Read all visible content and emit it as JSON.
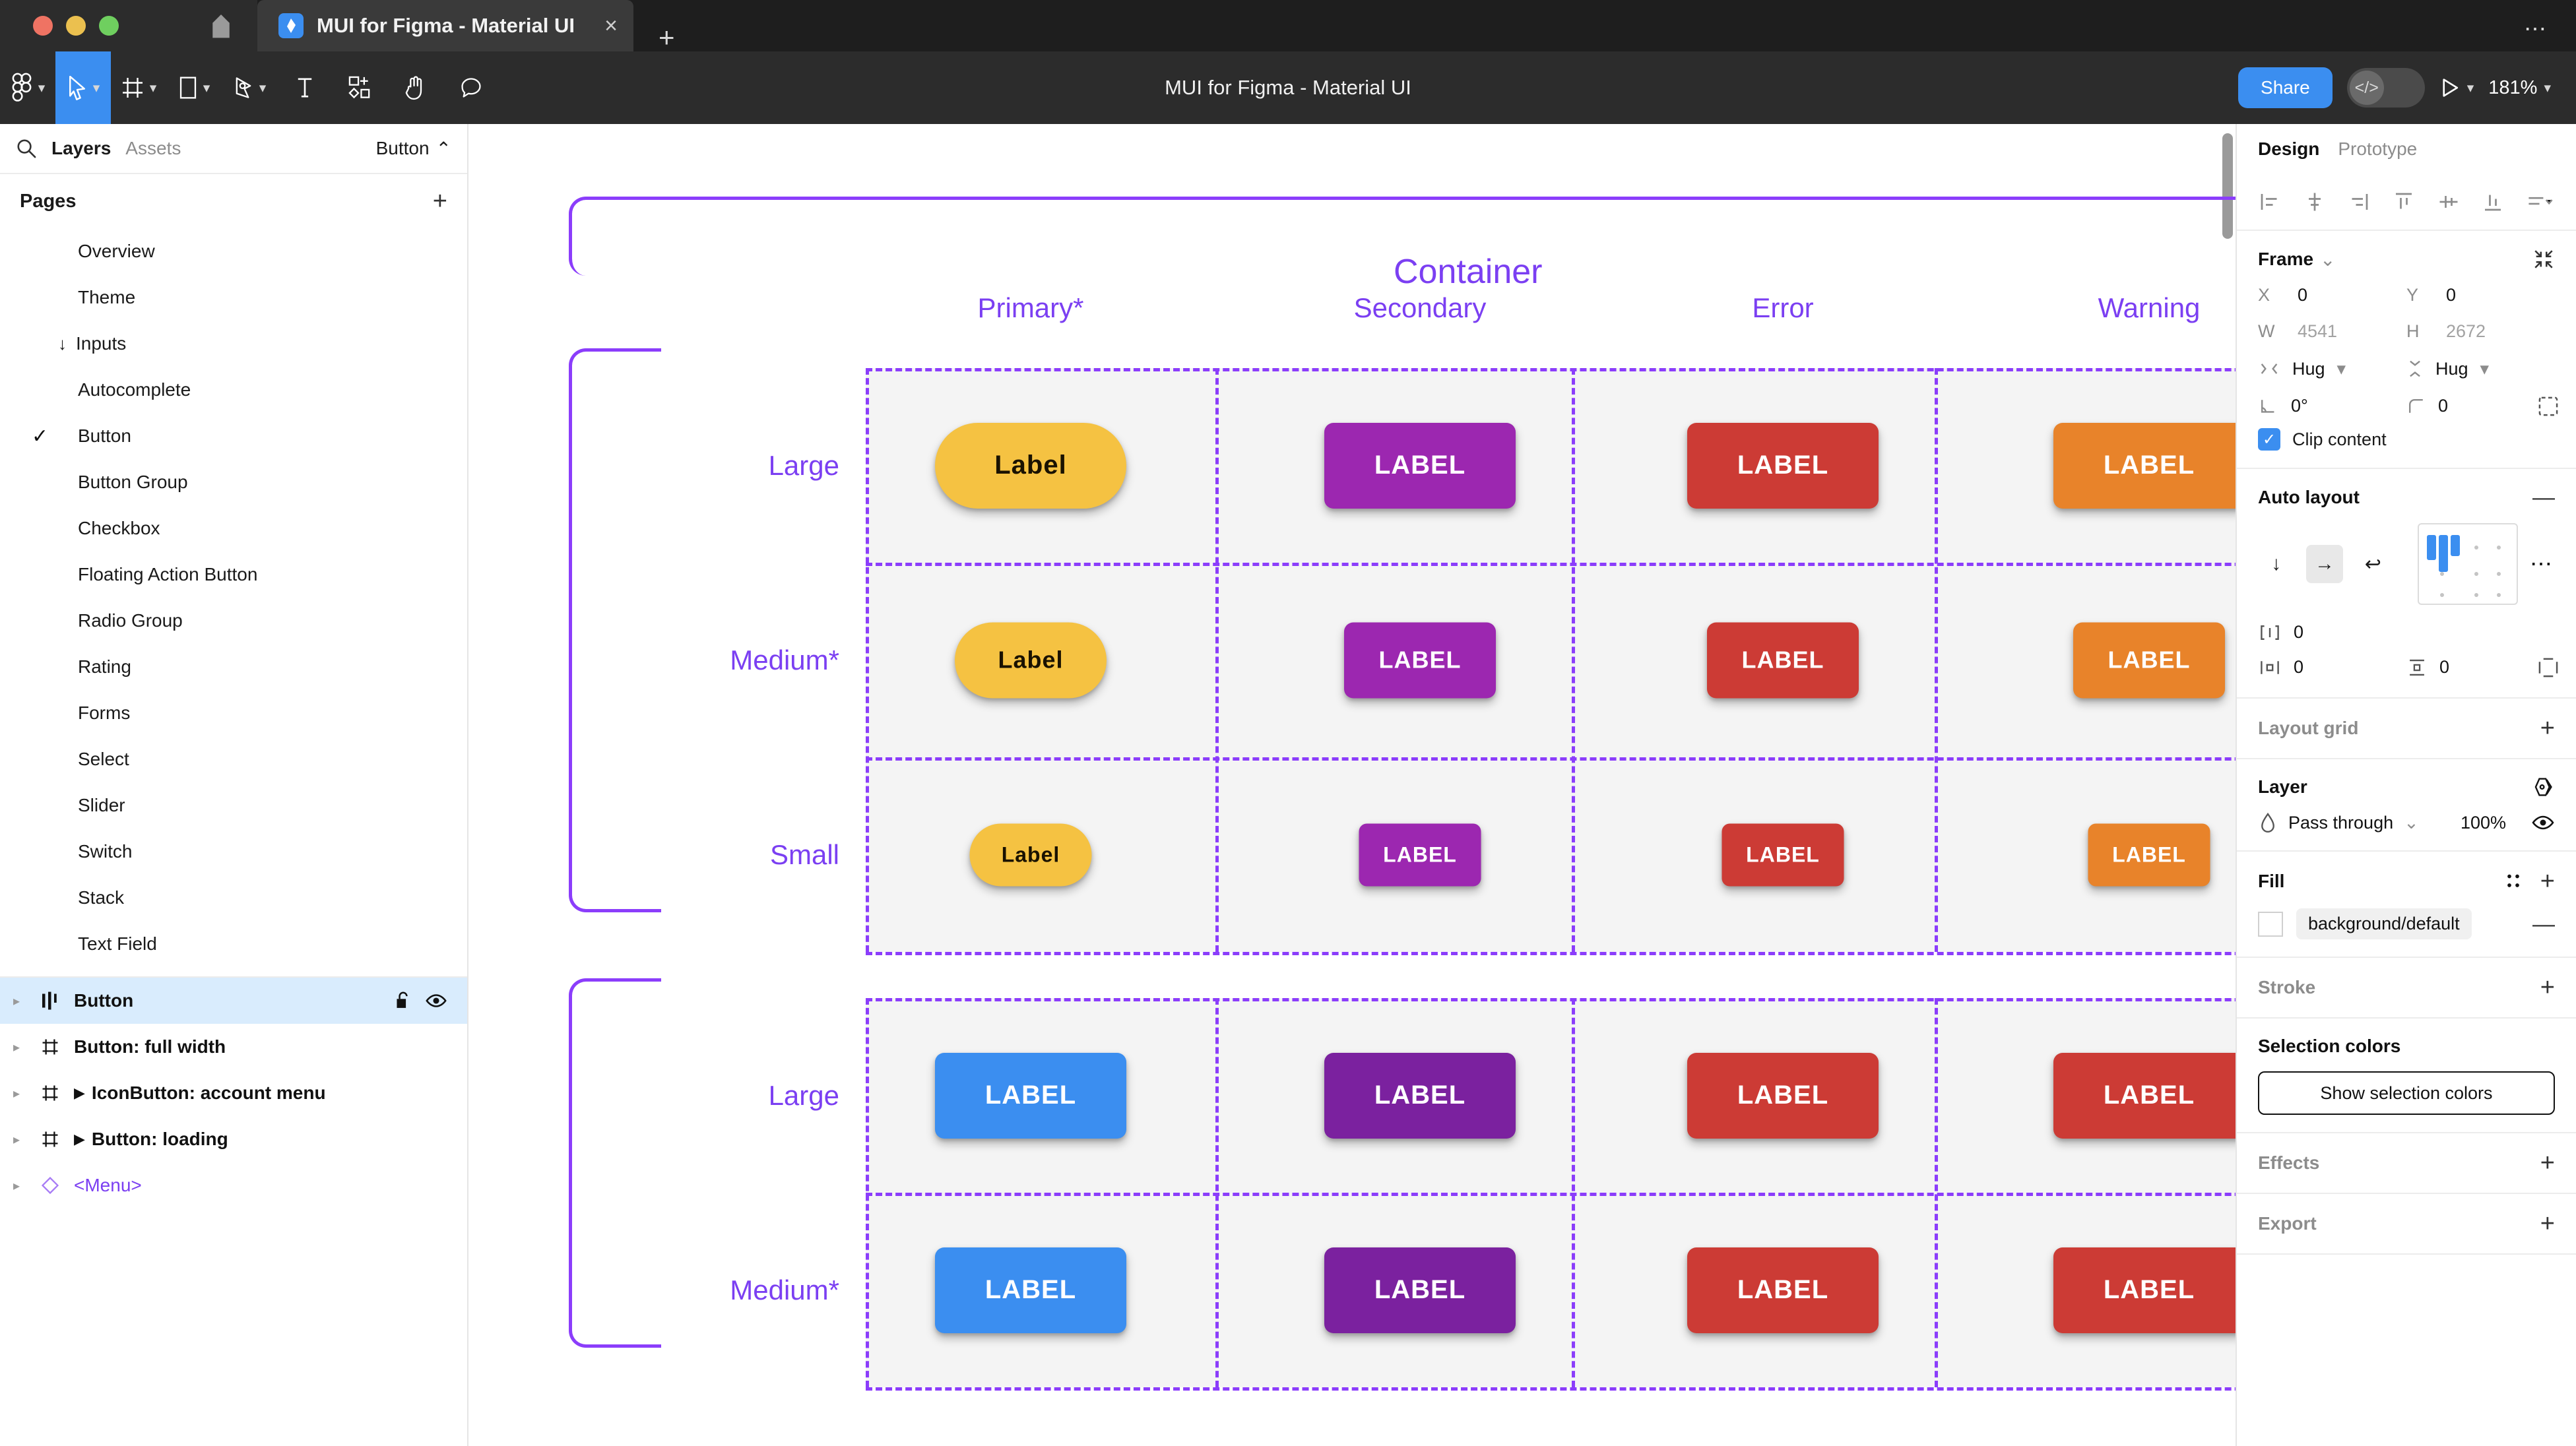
{
  "window": {
    "tab_title": "MUI for Figma - Material UI",
    "close_label": "×",
    "new_tab_label": "+",
    "menu_label": "⋯"
  },
  "toolbar": {
    "doc_title": "MUI for Figma - Material UI",
    "share_label": "Share",
    "code_icon": "</>",
    "zoom_level": "181%",
    "tools": [
      {
        "name": "figma-menu-icon",
        "caret": "⌄"
      },
      {
        "name": "move-tool-icon",
        "caret": "⌄"
      },
      {
        "name": "frame-tool-icon",
        "caret": "⌄"
      },
      {
        "name": "shape-tool-icon",
        "caret": "⌄"
      },
      {
        "name": "pen-tool-icon",
        "caret": "⌄"
      },
      {
        "name": "text-tool-icon",
        "caret": ""
      },
      {
        "name": "resources-icon",
        "caret": ""
      },
      {
        "name": "hand-tool-icon",
        "caret": ""
      },
      {
        "name": "comment-tool-icon",
        "caret": ""
      }
    ]
  },
  "left_panel": {
    "tabs": [
      {
        "label": "Layers",
        "active": true
      },
      {
        "label": "Assets",
        "active": false
      }
    ],
    "component_selector": "Button",
    "component_caret": "⌃",
    "pages_title": "Pages",
    "add_page_label": "+",
    "pages": [
      {
        "label": "Overview",
        "selected": false,
        "kind": "page"
      },
      {
        "label": "Theme",
        "selected": false,
        "kind": "page"
      },
      {
        "label": "Inputs",
        "selected": false,
        "kind": "group",
        "prefix": "↓"
      },
      {
        "label": "Autocomplete",
        "selected": false,
        "kind": "page"
      },
      {
        "label": "Button",
        "selected": true,
        "kind": "page"
      },
      {
        "label": "Button Group",
        "selected": false,
        "kind": "page"
      },
      {
        "label": "Checkbox",
        "selected": false,
        "kind": "page"
      },
      {
        "label": "Floating Action Button",
        "selected": false,
        "kind": "page"
      },
      {
        "label": "Radio Group",
        "selected": false,
        "kind": "page"
      },
      {
        "label": "Rating",
        "selected": false,
        "kind": "page"
      },
      {
        "label": "Forms",
        "selected": false,
        "kind": "page"
      },
      {
        "label": "Select",
        "selected": false,
        "kind": "page"
      },
      {
        "label": "Slider",
        "selected": false,
        "kind": "page"
      },
      {
        "label": "Switch",
        "selected": false,
        "kind": "page"
      },
      {
        "label": "Stack",
        "selected": false,
        "kind": "page"
      },
      {
        "label": "Text Field",
        "selected": false,
        "kind": "page"
      }
    ],
    "layers": [
      {
        "label": "Button",
        "icon": "component-set-icon",
        "selected": true,
        "expandable": true,
        "has_nested_arrow": false,
        "lock": true,
        "eye": true
      },
      {
        "label": "Button: full width",
        "icon": "frame-icon",
        "selected": false,
        "expandable": true,
        "has_nested_arrow": false,
        "lock": false,
        "eye": false
      },
      {
        "label": "IconButton: account menu",
        "icon": "frame-icon",
        "selected": false,
        "expandable": true,
        "has_nested_arrow": true,
        "lock": false,
        "eye": false
      },
      {
        "label": "Button: loading",
        "icon": "frame-icon",
        "selected": false,
        "expandable": true,
        "has_nested_arrow": true,
        "lock": false,
        "eye": false
      },
      {
        "label": "<Menu>",
        "icon": "component-instance-icon",
        "selected": false,
        "expandable": true,
        "has_nested_arrow": false,
        "lock": false,
        "eye": false,
        "is_instance": true
      }
    ]
  },
  "canvas": {
    "frame_label": "Container",
    "annotation_color": "#7b3ff2",
    "columns": [
      "Primary*",
      "Secondary",
      "Error",
      "Warning"
    ],
    "groups": [
      {
        "rows": [
          "Large",
          "Medium*",
          "Small"
        ],
        "variant": "contained-filled",
        "cells": [
          [
            {
              "label": "Label",
              "bg": "#f5c242",
              "fg": "#1a1200",
              "shape": "pill",
              "size": "large"
            },
            {
              "label": "LABEL",
              "bg": "#9c27b0",
              "fg": "#ffffff",
              "shape": "rounded",
              "size": "large"
            },
            {
              "label": "LABEL",
              "bg": "#cc3b35",
              "fg": "#ffffff",
              "shape": "rounded",
              "size": "large"
            },
            {
              "label": "LABEL",
              "bg": "#e8832a",
              "fg": "#ffffff",
              "shape": "rounded",
              "size": "large"
            }
          ],
          [
            {
              "label": "Label",
              "bg": "#f5c242",
              "fg": "#1a1200",
              "shape": "pill",
              "size": "medium"
            },
            {
              "label": "LABEL",
              "bg": "#9c27b0",
              "fg": "#ffffff",
              "shape": "rounded",
              "size": "medium"
            },
            {
              "label": "LABEL",
              "bg": "#cc3b35",
              "fg": "#ffffff",
              "shape": "rounded",
              "size": "medium"
            },
            {
              "label": "LABEL",
              "bg": "#e8832a",
              "fg": "#ffffff",
              "shape": "rounded",
              "size": "medium"
            }
          ],
          [
            {
              "label": "Label",
              "bg": "#f5c242",
              "fg": "#1a1200",
              "shape": "pill",
              "size": "small"
            },
            {
              "label": "LABEL",
              "bg": "#9c27b0",
              "fg": "#ffffff",
              "shape": "rounded",
              "size": "small"
            },
            {
              "label": "LABEL",
              "bg": "#cc3b35",
              "fg": "#ffffff",
              "shape": "rounded",
              "size": "small"
            },
            {
              "label": "LABEL",
              "bg": "#e8832a",
              "fg": "#ffffff",
              "shape": "rounded",
              "size": "small"
            }
          ]
        ]
      },
      {
        "rows": [
          "Large",
          "Medium*"
        ],
        "variant": "contained-default",
        "cells": [
          [
            {
              "label": "LABEL",
              "bg": "#3b8ef0",
              "fg": "#ffffff",
              "shape": "rounded",
              "size": "large"
            },
            {
              "label": "LABEL",
              "bg": "#7b219f",
              "fg": "#ffffff",
              "shape": "rounded",
              "size": "large"
            },
            {
              "label": "LABEL",
              "bg": "#cc3b35",
              "fg": "#ffffff",
              "shape": "rounded",
              "size": "large"
            },
            {
              "label": "LABEL",
              "bg": "#cc3b35",
              "fg": "#ffffff",
              "shape": "rounded",
              "size": "large"
            }
          ],
          [
            {
              "label": "LABEL",
              "bg": "#3b8ef0",
              "fg": "#ffffff",
              "shape": "rounded",
              "size": "large"
            },
            {
              "label": "LABEL",
              "bg": "#7b219f",
              "fg": "#ffffff",
              "shape": "rounded",
              "size": "large"
            },
            {
              "label": "LABEL",
              "bg": "#cc3b35",
              "fg": "#ffffff",
              "shape": "rounded",
              "size": "large"
            },
            {
              "label": "LABEL",
              "bg": "#cc3b35",
              "fg": "#ffffff",
              "shape": "rounded",
              "size": "large"
            }
          ]
        ]
      }
    ]
  },
  "right_panel": {
    "tabs": [
      {
        "label": "Design",
        "active": true
      },
      {
        "label": "Prototype",
        "active": false
      }
    ],
    "frame": {
      "title": "Frame",
      "caret": "⌄",
      "x_label": "X",
      "x_value": "0",
      "y_label": "Y",
      "y_value": "0",
      "w_label": "W",
      "w_value": "4541",
      "h_label": "H",
      "h_value": "2672",
      "hug_horizontal": "Hug",
      "hug_vertical": "Hug",
      "rotation": "0°",
      "corner_radius": "0",
      "clip_content_label": "Clip content",
      "clip_content_checked": true
    },
    "auto_layout": {
      "title": "Auto layout",
      "remove_label": "—",
      "direction_vertical": "↓",
      "direction_horizontal": "→",
      "direction_wrap": "↩",
      "gap_value": "0",
      "padding_horizontal": "0",
      "padding_vertical": "0",
      "more_label": "⋯"
    },
    "layout_grid": {
      "title": "Layout grid",
      "add_label": "+"
    },
    "layer": {
      "title": "Layer",
      "blend_mode": "Pass through",
      "blend_caret": "⌄",
      "opacity": "100%"
    },
    "fill": {
      "title": "Fill",
      "add_label": "+",
      "style_name": "background/default",
      "remove_label": "—"
    },
    "stroke": {
      "title": "Stroke",
      "add_label": "+"
    },
    "selection_colors": {
      "title": "Selection colors",
      "button_label": "Show selection colors"
    },
    "effects": {
      "title": "Effects",
      "add_label": "+"
    },
    "export": {
      "title": "Export",
      "add_label": "+"
    }
  }
}
